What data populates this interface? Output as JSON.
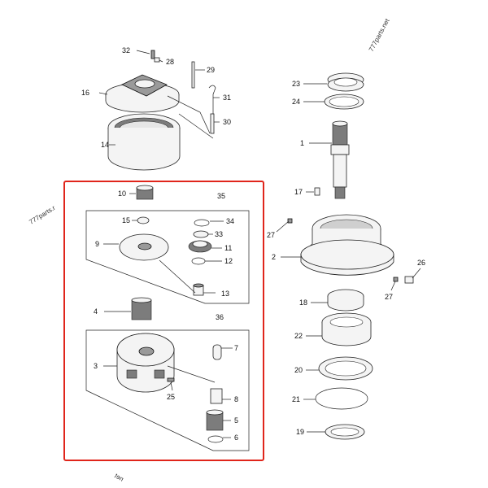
{
  "watermarks": [
    "777parts.net",
    "777parts.r",
    "net"
  ],
  "callouts": {
    "c1": "1",
    "c2": "2",
    "c3": "3",
    "c4": "4",
    "c5": "5",
    "c6": "6",
    "c7": "7",
    "c8": "8",
    "c9": "9",
    "c10": "10",
    "c11": "11",
    "c12": "12",
    "c13": "13",
    "c14": "14",
    "c15": "15",
    "c16": "16",
    "c17": "17",
    "c18": "18",
    "c19": "19",
    "c20": "20",
    "c21": "21",
    "c22": "22",
    "c23": "23",
    "c24": "24",
    "c25": "25",
    "c26": "26",
    "c27a": "27",
    "c27b": "27",
    "c28": "28",
    "c29": "29",
    "c30": "30",
    "c31": "31",
    "c32": "32",
    "c33": "33",
    "c34": "34",
    "c35": "35",
    "c36": "36"
  },
  "colors": {
    "highlight_border": "#e0251b",
    "line": "#222222",
    "gear_fill": "#7c7c7c"
  }
}
